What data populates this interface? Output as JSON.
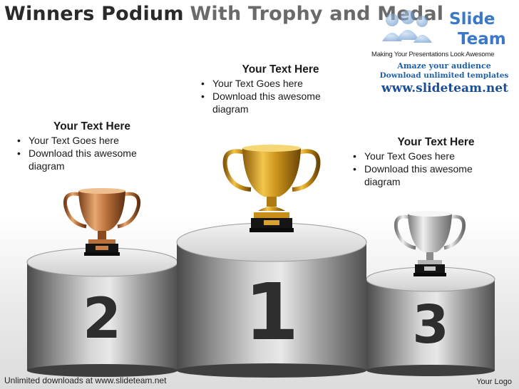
{
  "title": {
    "part1": "Winners Podium",
    "part2": "With Trophy and Medal"
  },
  "brand": {
    "logo_line1": "Slide",
    "logo_line2": "Team",
    "tagline": "Making Your Presentations Look Awesome",
    "promo1": "Amaze your audience",
    "promo2": "Download unlimited templates",
    "url": "www.slideteam.net"
  },
  "blocks": {
    "first": {
      "heading": "Your Text Here",
      "bullet1": "Your Text Goes here",
      "bullet2": "Download this awesome",
      "bullet2b": "diagram"
    },
    "second": {
      "heading": "Your Text Here",
      "bullet1": "Your Text Goes here",
      "bullet2": "Download this awesome",
      "bullet2b": "diagram"
    },
    "third": {
      "heading": "Your Text Here",
      "bullet1": "Your Text Goes here",
      "bullet2": "Download this awesome",
      "bullet2b": "diagram"
    }
  },
  "podium": {
    "first": "1",
    "second": "2",
    "third": "3"
  },
  "trophies": {
    "first": "gold-trophy",
    "second": "bronze-trophy",
    "third": "silver-trophy"
  },
  "colors": {
    "gold": "#c8901a",
    "bronze": "#b8703a",
    "silver": "#b5b5b5",
    "promo": "#1f5fa8",
    "url": "#1a4e96"
  },
  "footer": {
    "left": "Unlimited downloads at www.slideteam.net",
    "right": "Your Logo"
  }
}
